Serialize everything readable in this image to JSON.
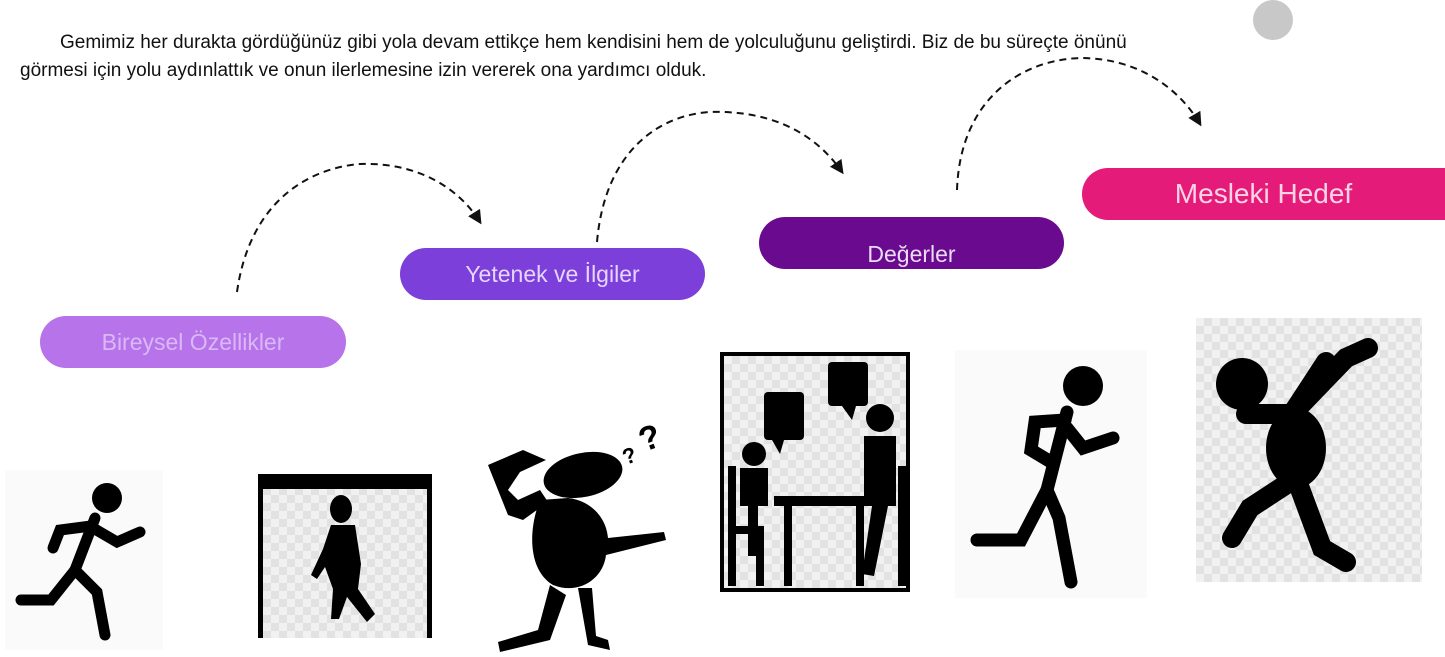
{
  "intro_text": "Gemimiz her durakta gördüğünüz gibi yola devam ettikçe hem kendisini hem de yolculuğunu geliştirdi. Biz de bu süreçte önünü görmesi için yolu aydınlattık ve onun ilerlemesine izin vererek ona yardımcı olduk.",
  "steps": [
    {
      "label": "Bireysel Özellikler",
      "color": "#b774ea"
    },
    {
      "label": "Yetenek ve İlgiler",
      "color": "#7c3fd9"
    },
    {
      "label": "Değerler",
      "color": "#6a0a8e"
    },
    {
      "label": "Mesleki Hedef",
      "color": "#e41b79"
    }
  ],
  "figures": [
    {
      "icon": "running-stick-figure-icon"
    },
    {
      "icon": "walking-figure-in-frame-icon"
    },
    {
      "icon": "confused-figure-question-icon"
    },
    {
      "icon": "meeting-at-table-icon"
    },
    {
      "icon": "running-stick-figure-icon"
    },
    {
      "icon": "jumping-joy-figure-icon"
    }
  ]
}
